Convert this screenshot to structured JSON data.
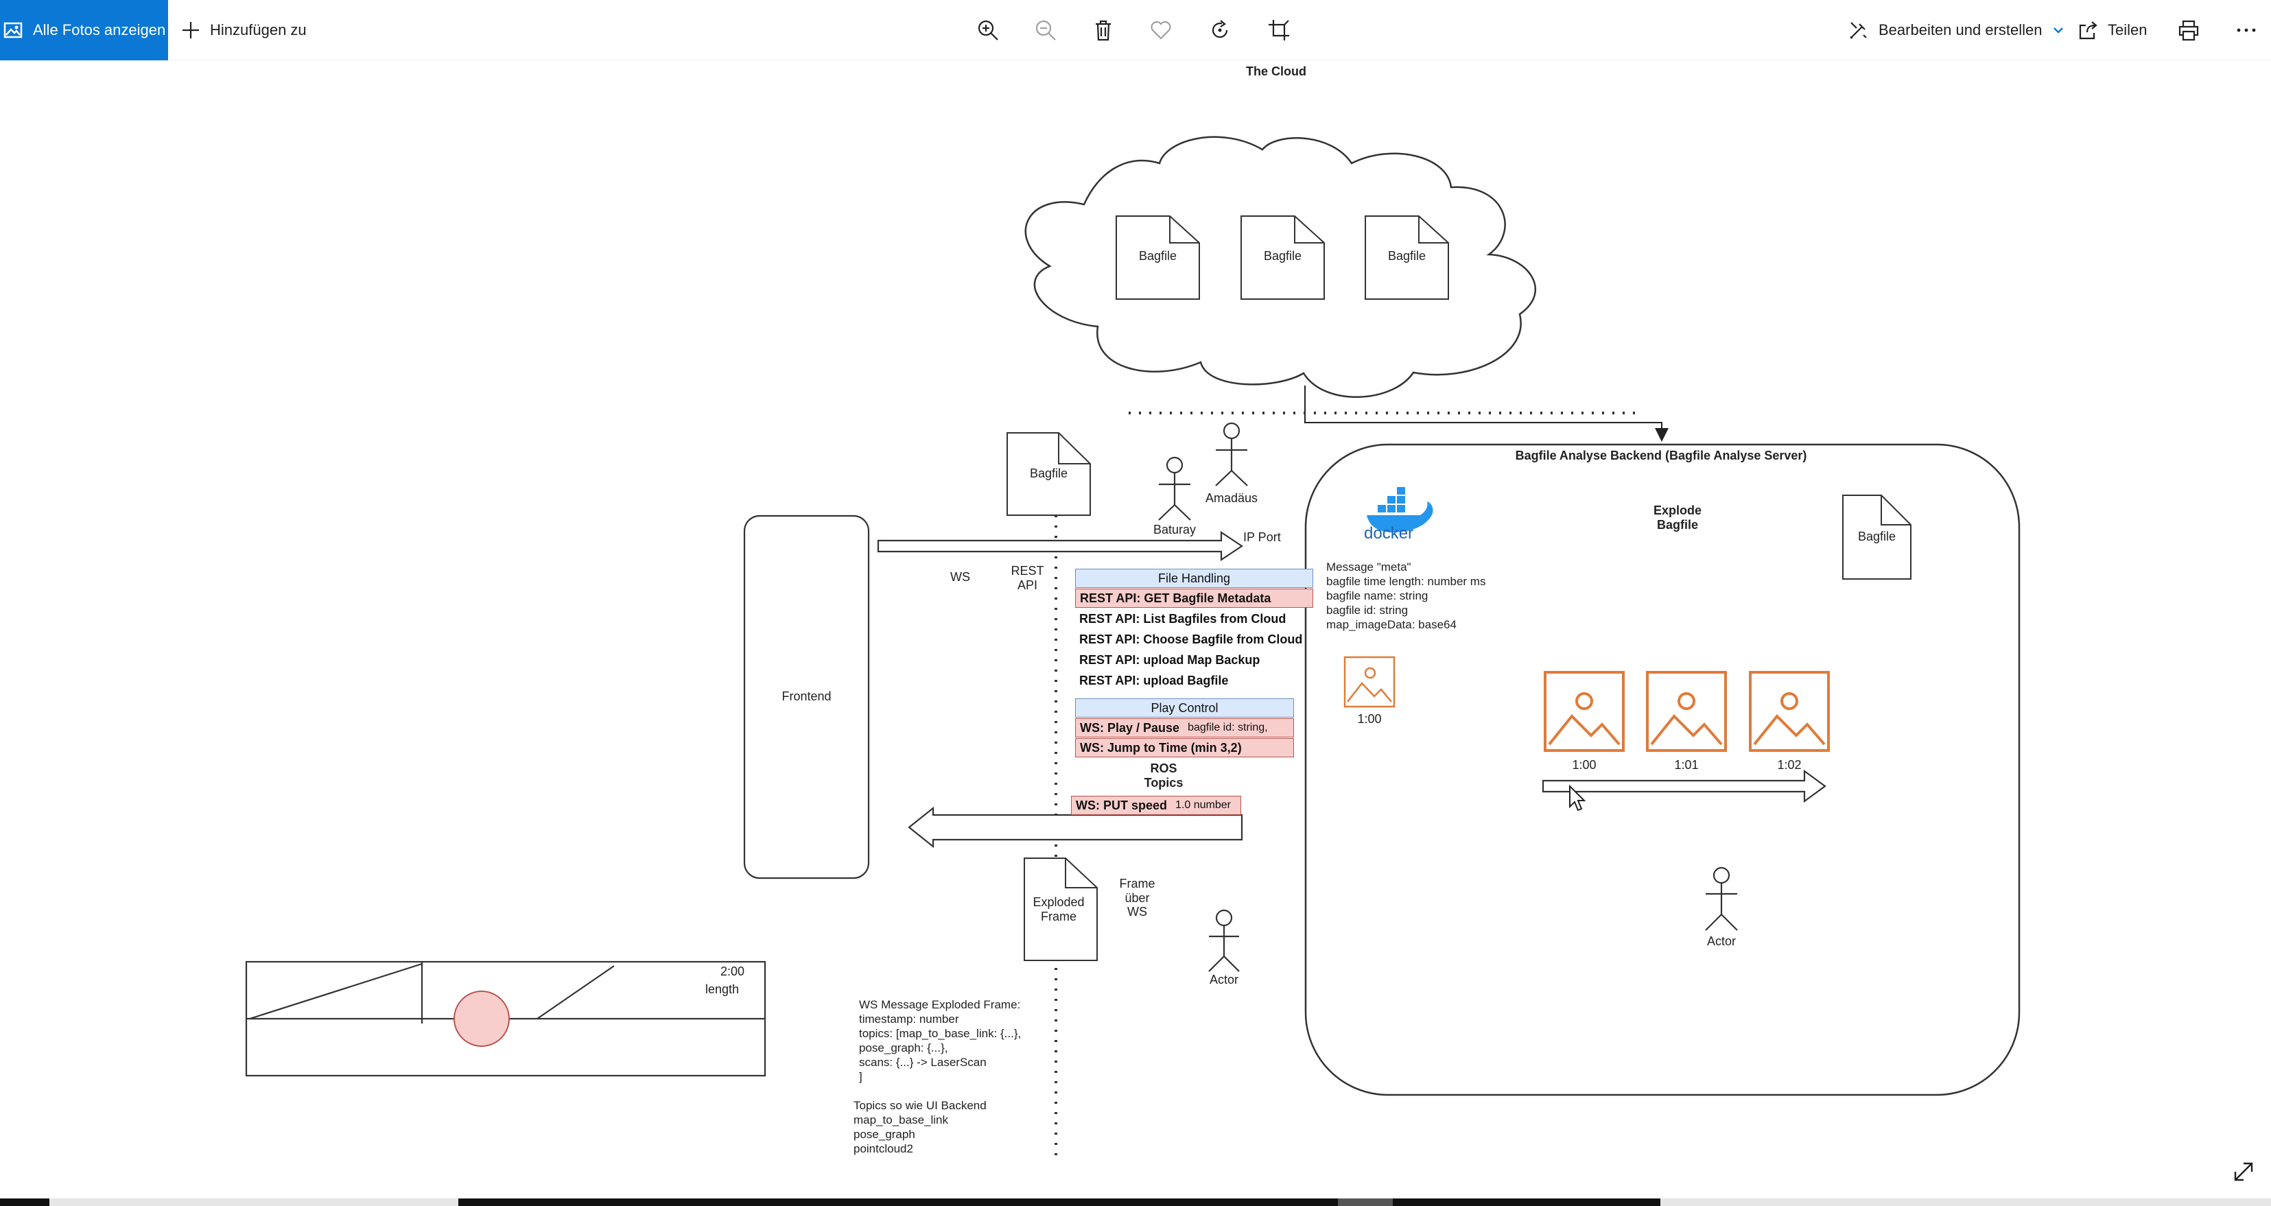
{
  "toolbar": {
    "show_all_photos": "Alle Fotos anzeigen",
    "add_to": "Hinzufügen zu",
    "edit_create": "Bearbeiten und erstellen",
    "share": "Teilen"
  },
  "diagram": {
    "cloud_title": "The Cloud",
    "cloud_bagfiles": [
      "Bagfile",
      "Bagfile",
      "Bagfile"
    ],
    "bagfile_top": "Bagfile",
    "actors": {
      "amadaus": "Amadäus",
      "baturay": "Baturay",
      "actor_mid": "Actor",
      "actor_backend": "Actor"
    },
    "ip_port": "IP Port",
    "ws": "WS",
    "rest_api": "REST\nAPI",
    "frontend": "Frontend",
    "file_handling": "File Handling",
    "rest_rows": [
      "REST API: GET Bagfile Metadata",
      "REST API: List Bagfiles from Cloud",
      "REST API: Choose Bagfile from Cloud",
      "REST API: upload Map Backup",
      "REST API: upload Bagfile"
    ],
    "play_control": "Play Control",
    "ws_play_pause": "WS: Play / Pause",
    "ws_play_pause_args": "bagfile id: string,",
    "ws_jump": "WS: Jump to Time (min 3,2)",
    "ros_topics": "ROS\nTopics",
    "ws_put_speed": "WS: PUT speed",
    "ws_put_speed_arg": "1.0 number",
    "exploded_frame": "Exploded\nFrame",
    "frame_uber_ws": "Frame\nüber\nWS",
    "backend_title": "Bagfile Analyse Backend (Bagfile Analyse Server)",
    "docker": "docker",
    "explode_bagfile": "Explode\nBagfile",
    "backend_bagfile": "Bagfile",
    "message_meta": "Message \"meta\"\nbagfile time length: number ms\nbagfile name: string\nbagfile id: string\nmap_imageData: base64",
    "small_image_time": "1:00",
    "frames": [
      "1:00",
      "1:01",
      "1:02"
    ],
    "timeline_time": "2:00",
    "timeline_length": "length",
    "ws_message_block": "WS Message Exploded Frame:\ntimestamp: number\ntopics: [map_to_base_link: {...},\npose_graph: {...},\nscans: {...} -> LaserScan\n]",
    "topics_block": "Topics so wie UI Backend\nmap_to_base_link\npose_graph\npointcloud2"
  },
  "colors": {
    "accent": "#0a78d4",
    "pink_fill": "#f8cecc",
    "pink_stroke": "#b85450",
    "blue_fill": "#dae8fc",
    "blue_stroke": "#6c8ebf",
    "orange": "#e07b39",
    "docker_blue": "#2496ed"
  },
  "icons": [
    "image-icon",
    "plus-icon",
    "zoom-in-icon",
    "zoom-out-icon",
    "delete-icon",
    "heart-icon",
    "rotate-icon",
    "crop-icon",
    "edit-create-icon",
    "chevron-down-icon",
    "share-icon",
    "print-icon",
    "more-icon",
    "expand-icon"
  ]
}
